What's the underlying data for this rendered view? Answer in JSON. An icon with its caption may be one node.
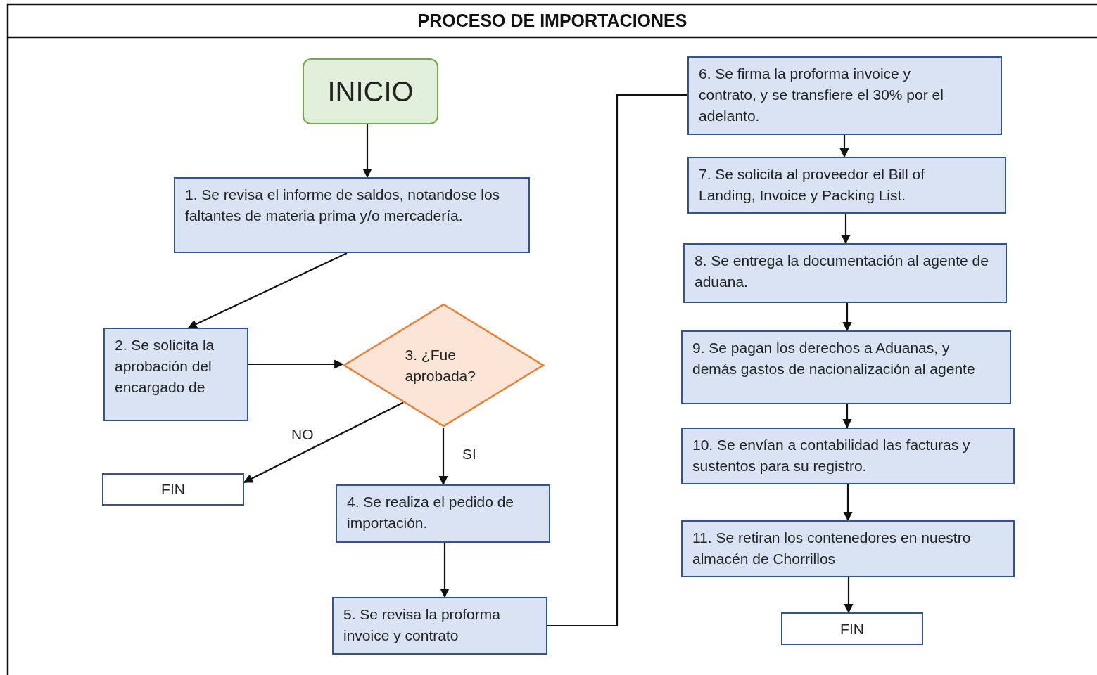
{
  "diagram": {
    "title": "PROCESO DE IMPORTACIONES",
    "nodes": [
      {
        "text": [
          "INICIO"
        ]
      },
      {
        "text": [
          "1. Se revisa el informe de saldos, notandose los faltantes de materia prima y/o mercadería."
        ]
      },
      {
        "text": [
          "2. Se solicita la aprobación del encargado de"
        ]
      },
      {
        "text": [
          "3. ¿Fue aprobada?"
        ]
      },
      {
        "text": [
          "FIN"
        ]
      },
      {
        "text": [
          "4. Se realiza el pedido de importación."
        ]
      },
      {
        "text": [
          "5. Se revisa la proforma invoice y contrato"
        ]
      },
      {
        "text": [
          "6. Se firma la proforma invoice y contrato, y se transfiere el 30% por el adelanto."
        ]
      },
      {
        "text": [
          "7. Se solicita al proveedor el Bill of Landing, Invoice y Packing List."
        ]
      },
      {
        "text": [
          "8. Se entrega la documentación al agente de aduana."
        ]
      },
      {
        "text": [
          "9. Se pagan los derechos a Aduanas, y demás gastos de nacionalización al agente"
        ]
      },
      {
        "text": [
          "10. Se envían a contabilidad las facturas y sustentos para su registro."
        ]
      },
      {
        "text": [
          "11. Se retiran los contenedores en nuestro almacén de Chorrillos"
        ]
      },
      {
        "text": [
          "FIN"
        ]
      }
    ],
    "edges": [
      {
        "from": 0,
        "to": 1,
        "arrow": "to"
      },
      {
        "from": 1,
        "to": 2,
        "arrow": "to"
      },
      {
        "from": 2,
        "to": 3,
        "arrow": "to"
      },
      {
        "from": 3,
        "to": 4,
        "arrow": "to",
        "label": "NO"
      },
      {
        "from": 3,
        "to": 5,
        "arrow": "to",
        "label": "SI"
      },
      {
        "from": 5,
        "to": 6,
        "arrow": "to"
      },
      {
        "from": 6,
        "to": 7,
        "arrow": "none"
      },
      {
        "from": 7,
        "to": 8,
        "arrow": "to"
      },
      {
        "from": 8,
        "to": 9,
        "arrow": "to"
      },
      {
        "from": 9,
        "to": 10,
        "arrow": "to"
      },
      {
        "from": 10,
        "to": 11,
        "arrow": "to"
      },
      {
        "from": 11,
        "to": 12,
        "arrow": "to"
      },
      {
        "from": 12,
        "to": 13,
        "arrow": "to"
      }
    ]
  }
}
